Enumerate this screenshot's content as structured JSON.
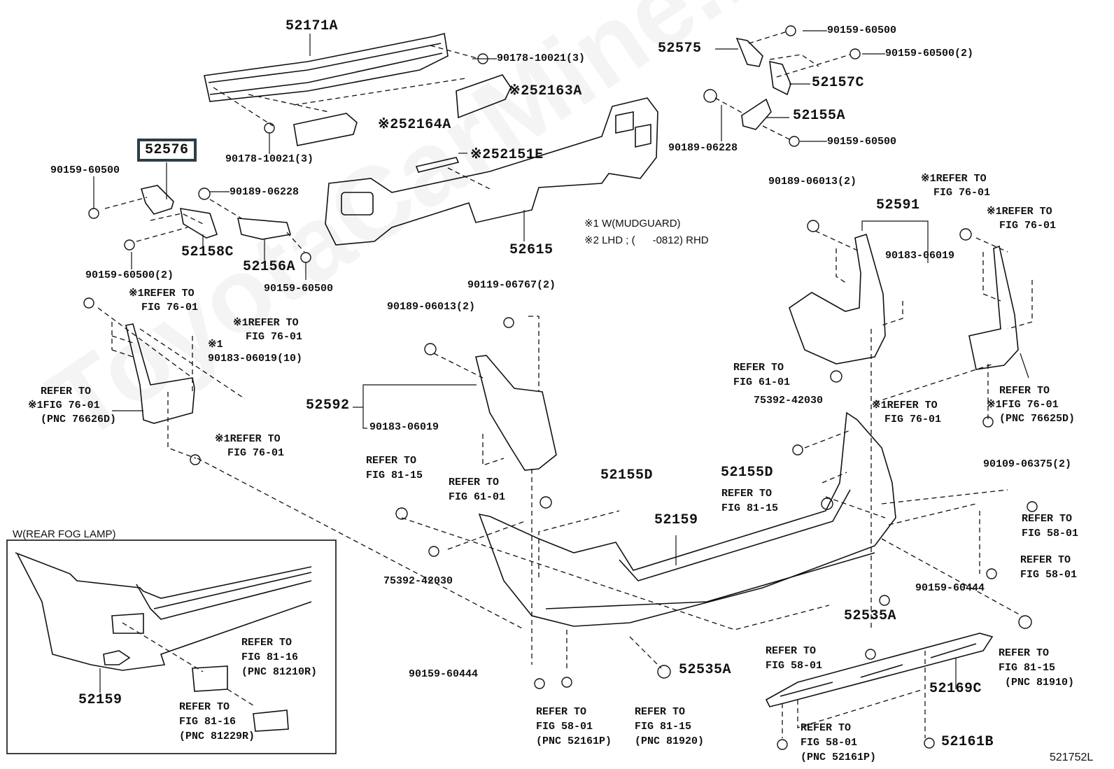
{
  "title": "Rear bumper & reinforcement parts diagram",
  "highlighted_part": "52576",
  "watermark": "ToyotaCarMine.ru",
  "diagram_code": "521752L",
  "notes": [
    "※1 W(MUDGUARD)",
    "※2 LHD ; (      -0812) RHD"
  ],
  "inset": {
    "title": "W(REAR FOG LAMP)",
    "labels": {
      "bumper": "52159",
      "lamp_ref": [
        "REFER TO",
        "FIG 81-16",
        "(PNC 81210R)"
      ],
      "cover_ref": [
        "REFER TO",
        "FIG 81-16",
        "(PNC 81229R)"
      ]
    }
  },
  "labels": {
    "p52171A": "52171A",
    "p90178_top": "90178-10021(3)",
    "p90178_bot": "90178-10021(3)",
    "p52163A": "※252163A",
    "p52164A": "※252164A",
    "p52151E": "※252151E",
    "p52615": "52615",
    "p52576": "52576",
    "p90159_60500_left": "90159-60500",
    "p90189_06228_left": "90189-06228",
    "p52158C": "52158C",
    "p52156A": "52156A",
    "p90159_60500_2_left": "90159-60500(2)",
    "p90159_60500_left2": "90159-60500",
    "p52575": "52575",
    "p90159_60500_r1": "90159-60500",
    "p90159_60500_2_r": "90159-60500(2)",
    "p52157C": "52157C",
    "p52155A": "52155A",
    "p90189_06228_r": "90189-06228",
    "p90159_60500_r2": "90159-60500",
    "p90189_06013_r": "90189-06013(2)",
    "p52591": "52591",
    "p90183_06019_r": "90183-06019",
    "p90189_06013_c": "90189-06013(2)",
    "p90119_06767": "90119-06767(2)",
    "p52592": "52592",
    "p90183_06019_c": "90183-06019",
    "p90183_06019_10": "90183-06019(10)",
    "p52155D_l": "52155D",
    "p52155D_r": "52155D",
    "p52159": "52159",
    "p75392_c": "75392-42030",
    "p75392_r": "75392-42030",
    "p90109_06375": "90109-06375(2)",
    "p90159_60444_r": "90159-60444",
    "p90159_60444_c": "90159-60444",
    "p52535A_r": "52535A",
    "p52535A_c": "52535A",
    "p52169C": "52169C",
    "p52161B": "52161B",
    "mark1": "※1"
  },
  "refer_to": {
    "fig7601_a": [
      "REFER TO",
      "FIG 76-01"
    ],
    "fig7601_b": [
      "REFER TO",
      "FIG 76-01"
    ],
    "fig7601_c": [
      "REFER TO",
      "FIG 76-01"
    ],
    "fig7601_pnc_left": [
      "REFER TO",
      "FIG 76-01",
      "(PNC 76626D)"
    ],
    "fig7601_r1": [
      "REFER TO",
      "FIG 76-01"
    ],
    "fig7601_r2": [
      "REFER TO",
      "FIG 76-01"
    ],
    "fig7601_r3": [
      "REFER TO",
      "FIG 76-01"
    ],
    "fig7601_pnc_right": [
      "REFER TO",
      "FIG 76-01",
      "(PNC 76625D)"
    ],
    "fig6101_r": [
      "REFER TO",
      "FIG 61-01"
    ],
    "fig6101_c": [
      "REFER TO",
      "FIG 61-01"
    ],
    "fig8115_c": [
      "REFER TO",
      "FIG 81-15"
    ],
    "fig8115_r": [
      "REFER TO",
      "FIG 81-15"
    ],
    "fig5801_a": [
      "REFER TO",
      "FIG 58-01"
    ],
    "fig5801_b": [
      "REFER TO",
      "FIG 58-01"
    ],
    "fig5801_c": [
      "REFER TO",
      "FIG 58-01"
    ],
    "fig5801_pnc_c": [
      "REFER TO",
      "FIG 58-01",
      "(PNC 52161P)"
    ],
    "fig5801_pnc_r": [
      "REFER TO",
      "FIG 58-01",
      "(PNC 52161P)"
    ],
    "fig8115_pnc_81920": [
      "REFER TO",
      "FIG 81-15",
      "(PNC 81920)"
    ],
    "fig8115_pnc_81910": [
      "REFER TO",
      "FIG 81-15",
      "(PNC 81910)"
    ]
  }
}
